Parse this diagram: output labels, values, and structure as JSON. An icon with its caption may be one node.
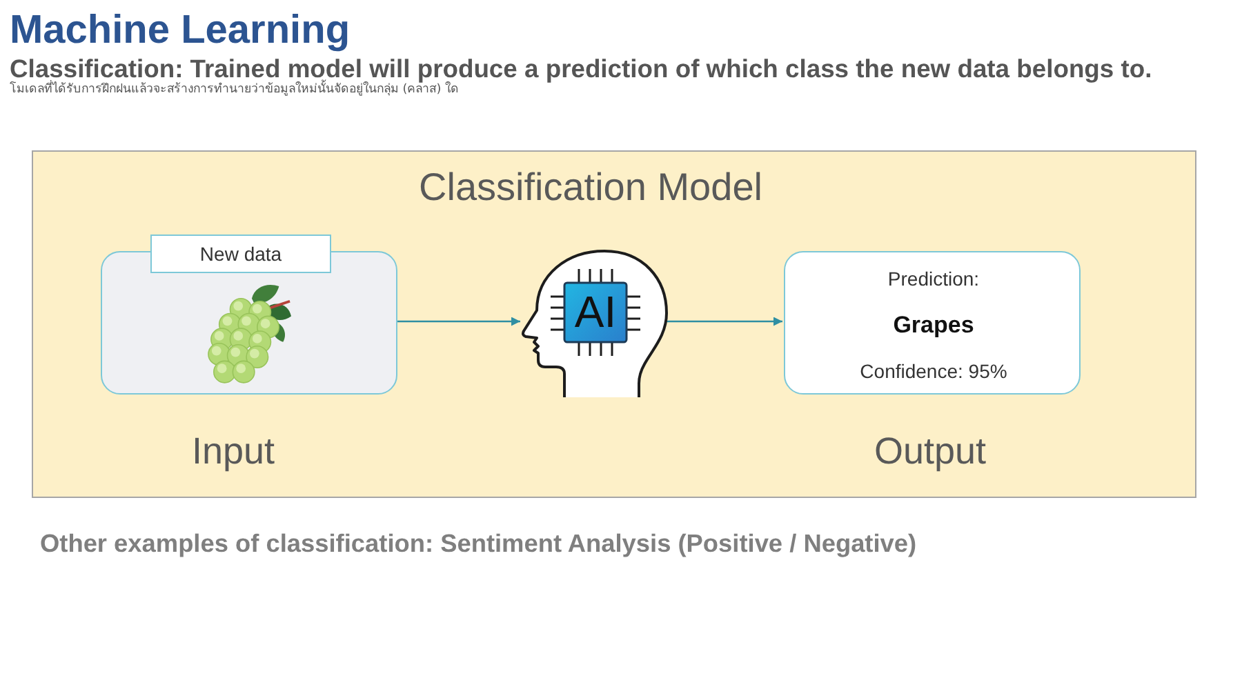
{
  "diagram": {
    "title": "Machine Learning",
    "nodes": [
      {
        "text": [
          "Classification Model"
        ]
      },
      {
        "text": [],
        "shape": "box",
        "in": 0,
        "beside": [
          "Input"
        ]
      },
      {
        "text": [
          "New data"
        ],
        "in": 0
      },
      {
        "text": [
          "AI"
        ],
        "in": 0
      },
      {
        "text": [
          "Prediction:",
          "Grapes",
          "Confidence: 95%"
        ],
        "in": 0,
        "beside": [
          "Output"
        ]
      }
    ],
    "edges": [
      {
        "from": 1,
        "to": 3,
        "arrow": "to"
      },
      {
        "from": 3,
        "to": 4,
        "arrow": "to"
      }
    ],
    "labels": [
      "Classification: Trained model will produce a prediction of which class the new data belongs to.",
      "โมเดลที่ได้รับการฝึกฝนแล้วจะสร้างการทำนายว่าข้อมูลใหม่นั้นจัดอยู่ในกลุ่ม (คลาส) ใด",
      "Other examples of classification: Sentiment Analysis (Positive / Negative)"
    ]
  }
}
